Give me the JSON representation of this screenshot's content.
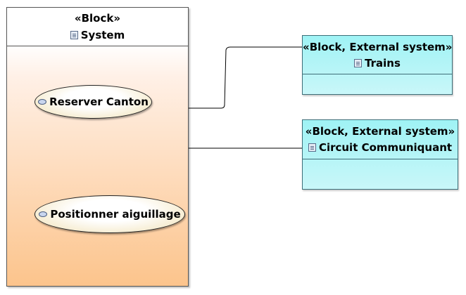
{
  "system": {
    "stereotype": "«Block»",
    "name": "System"
  },
  "use_cases": [
    {
      "label": "Reserver Canton"
    },
    {
      "label": "Positionner aiguillage"
    }
  ],
  "external_systems": [
    {
      "stereotype": "«Block, External system»",
      "name": "Trains"
    },
    {
      "stereotype": "«Block, External system»",
      "name": "Circuit Communiquant"
    }
  ],
  "colors": {
    "system_gradient_bottom": "#fcc48c",
    "external_block_fill": "#a6f4f6",
    "line": "#000000"
  },
  "icons": {
    "block": "block-icon",
    "use_case": "use-case-icon"
  }
}
